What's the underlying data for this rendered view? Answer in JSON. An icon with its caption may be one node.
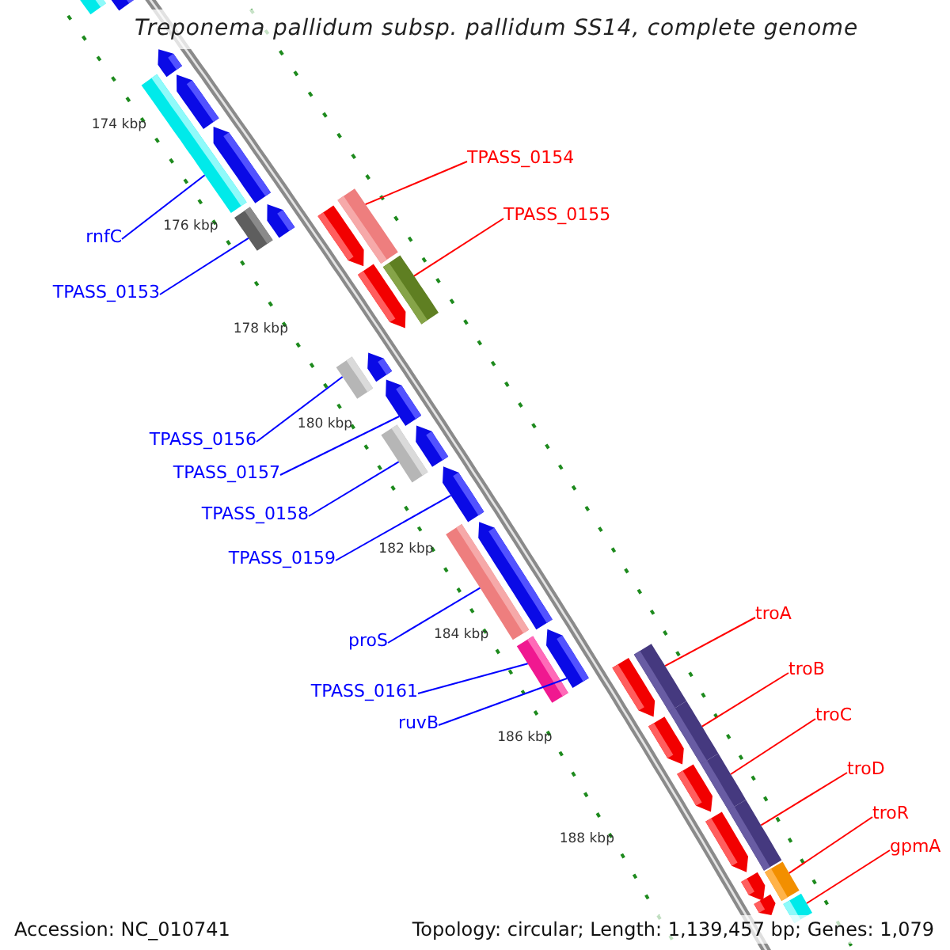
{
  "diagram": {
    "title": "Treponema pallidum subsp. pallidum SS14, complete genome",
    "nodes": [
      {
        "text": [
          "TPASS_0154"
        ]
      },
      {
        "text": [
          "TPASS_0155"
        ]
      },
      {
        "text": [
          "rnfC"
        ]
      },
      {
        "text": [
          "TPASS_0153"
        ]
      },
      {
        "text": [
          "TPASS_0156"
        ]
      },
      {
        "text": [
          "TPASS_0157"
        ]
      },
      {
        "text": [
          "TPASS_0158"
        ]
      },
      {
        "text": [
          "TPASS_0159"
        ]
      },
      {
        "text": [
          "troA"
        ]
      },
      {
        "text": [
          "proS"
        ]
      },
      {
        "text": [
          "troB"
        ]
      },
      {
        "text": [
          "TPASS_0161"
        ]
      },
      {
        "text": [
          "troC"
        ]
      },
      {
        "text": [
          "ruvB"
        ]
      },
      {
        "text": [
          "troD"
        ]
      },
      {
        "text": [
          "troR"
        ]
      },
      {
        "text": [
          "gpmA"
        ]
      },
      {
        "text": [],
        "shape": "bar"
      },
      {
        "text": [],
        "shape": "pentagon"
      },
      {
        "text": [],
        "shape": "pentagon"
      },
      {
        "text": [],
        "shape": "bar"
      },
      {
        "text": [],
        "shape": "pentagon"
      },
      {
        "text": [],
        "shape": "pentagon"
      },
      {
        "text": [],
        "shape": "bar"
      },
      {
        "text": [],
        "shape": "pentagon"
      },
      {
        "text": [],
        "shape": "bar"
      },
      {
        "text": [],
        "shape": "pentagon"
      },
      {
        "text": [],
        "shape": "bar"
      },
      {
        "text": [],
        "shape": "pentagon"
      },
      {
        "text": [],
        "shape": "bar"
      },
      {
        "text": [],
        "shape": "pentagon"
      },
      {
        "text": [],
        "shape": "pentagon"
      },
      {
        "text": [],
        "shape": "bar"
      },
      {
        "text": [],
        "shape": "pentagon"
      },
      {
        "text": [],
        "shape": "pentagon"
      },
      {
        "text": [],
        "shape": "bar"
      },
      {
        "text": [],
        "shape": "pentagon"
      },
      {
        "text": [],
        "shape": "pentagon"
      },
      {
        "text": [],
        "shape": "bar"
      },
      {
        "text": [],
        "shape": "pentagon"
      },
      {
        "text": [],
        "shape": "bar"
      },
      {
        "text": [],
        "shape": "pentagon"
      },
      {
        "text": [],
        "shape": "bar"
      },
      {
        "text": [],
        "shape": "pentagon"
      },
      {
        "text": [],
        "shape": "bar"
      },
      {
        "text": [],
        "shape": "pentagon"
      },
      {
        "text": [],
        "shape": "bar"
      },
      {
        "text": [],
        "shape": "pentagon"
      },
      {
        "text": [],
        "shape": "bar"
      },
      {
        "text": [],
        "shape": "pentagon"
      },
      {
        "text": [],
        "shape": "bar"
      }
    ],
    "edges": [
      {
        "from": 0,
        "to": 25,
        "arrow": "none",
        "color": "#ff0000"
      },
      {
        "from": 1,
        "to": 27,
        "arrow": "none",
        "color": "#ff0000"
      },
      {
        "from": 2,
        "to": 20,
        "arrow": "none",
        "color": "#0000ff"
      },
      {
        "from": 3,
        "to": 23,
        "arrow": "none",
        "color": "#0000ff"
      },
      {
        "from": 4,
        "to": 29,
        "arrow": "none",
        "color": "#0000ff"
      },
      {
        "from": 5,
        "to": 31,
        "arrow": "none",
        "color": "#0000ff"
      },
      {
        "from": 6,
        "to": 32,
        "arrow": "none",
        "color": "#0000ff"
      },
      {
        "from": 7,
        "to": 34,
        "arrow": "none",
        "color": "#0000ff"
      },
      {
        "from": 8,
        "to": 40,
        "arrow": "none",
        "color": "#ff0000"
      },
      {
        "from": 9,
        "to": 35,
        "arrow": "none",
        "color": "#0000ff"
      },
      {
        "from": 10,
        "to": 42,
        "arrow": "none",
        "color": "#ff0000"
      },
      {
        "from": 11,
        "to": 38,
        "arrow": "none",
        "color": "#0000ff"
      },
      {
        "from": 12,
        "to": 44,
        "arrow": "none",
        "color": "#ff0000"
      },
      {
        "from": 13,
        "to": 37,
        "arrow": "none",
        "color": "#0000ff"
      },
      {
        "from": 14,
        "to": 46,
        "arrow": "none",
        "color": "#ff0000"
      },
      {
        "from": 15,
        "to": 48,
        "arrow": "none",
        "color": "#ff0000"
      },
      {
        "from": 16,
        "to": 50,
        "arrow": "none",
        "color": "#ff0000"
      }
    ],
    "labels": [
      "174 kbp",
      "176 kbp",
      "178 kbp",
      "180 kbp",
      "182 kbp",
      "184 kbp",
      "186 kbp",
      "188 kbp",
      "Accession: NC_010741",
      "Topology: circular; Length: 1,139,457 bp; Genes: 1,079"
    ]
  }
}
